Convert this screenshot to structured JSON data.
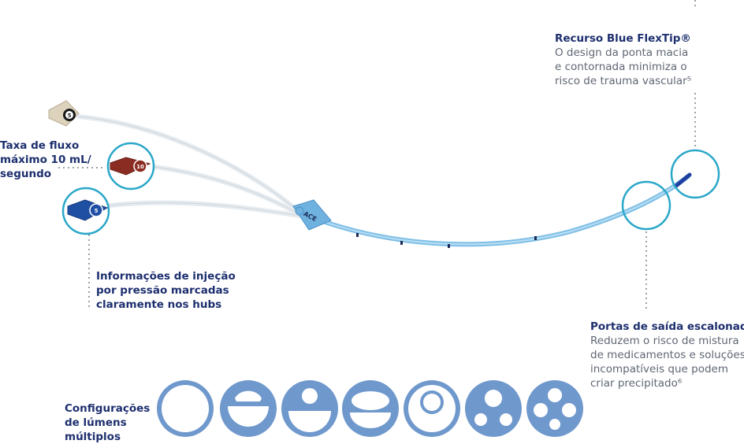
{
  "colors": {
    "navy": "#1d2f6e",
    "gray_text": "#5f6673",
    "catheter_blue": "#7fbfe6",
    "ring_teal": "#2aa7c9",
    "lumen_blue": "#6f98cc",
    "hub_red": "#8b2c22",
    "hub_blue": "#1f4fa3",
    "hub_beige": "#ddd3bd"
  },
  "callouts": {
    "flow": {
      "lines": [
        "Taxa de fluxo",
        "máximo 10 mL/",
        "segundo"
      ]
    },
    "injection": {
      "lines": [
        "Informações de injeção",
        "por pressão marcadas",
        "claramente nos hubs"
      ]
    },
    "flextip": {
      "title": "Recurso Blue FlexTip®",
      "lines": [
        "O design da ponta macia",
        "e contornada minimiza o",
        "risco de trauma vascular⁵"
      ]
    },
    "ports": {
      "title": "Portas de saída escalonadas",
      "lines": [
        "Reduzem o risco de mistura",
        "de medicamentos e soluções",
        "incompatíveis que podem",
        "criar precipitado⁶"
      ]
    },
    "lumens": {
      "lines": [
        "Configurações",
        "de lúmens",
        "múltiplos"
      ]
    }
  },
  "hubs": {
    "beige_label": "5",
    "red_label": "10",
    "blue_label": "5"
  },
  "catheter": {
    "hub_label": "ACE"
  },
  "lumen_configs": [
    {
      "icon": "single-lumen-icon"
    },
    {
      "icon": "double-lumen-icon"
    },
    {
      "icon": "double-lumen-round-icon"
    },
    {
      "icon": "double-lumen-oval-icon"
    },
    {
      "icon": "double-lumen-offset-icon"
    },
    {
      "icon": "triple-lumen-icon"
    },
    {
      "icon": "quad-lumen-icon"
    }
  ]
}
